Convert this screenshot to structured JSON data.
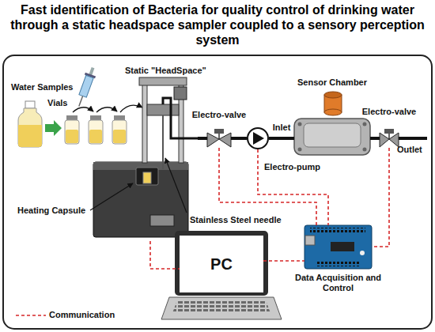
{
  "diagram": {
    "title": "Fast identification of Bacteria for quality control of drinking water through a static headspace sampler coupled to a sensory perception system",
    "nodes": [
      {
        "text": [
          "Static \"HeadSpace\""
        ]
      },
      {
        "text": [
          "Electro-valve"
        ]
      },
      {
        "text": [
          "Electro-pump"
        ]
      },
      {
        "text": [
          "Sensor Chamber"
        ]
      },
      {
        "text": [
          "Electro-valve"
        ]
      },
      {
        "text": [
          "PC"
        ]
      },
      {
        "text": [
          "Data Acquisition and Control"
        ]
      }
    ],
    "edges": [
      {
        "from": 0,
        "to": 1,
        "arrow": "none"
      },
      {
        "from": 1,
        "to": 2,
        "arrow": "none"
      },
      {
        "from": 2,
        "to": 3,
        "label": "Inlet",
        "arrow": "none"
      },
      {
        "from": 3,
        "to": 4,
        "arrow": "none"
      },
      {
        "from": 1,
        "to": 6,
        "arrow": "none"
      },
      {
        "from": 2,
        "to": 6,
        "arrow": "none"
      },
      {
        "from": 4,
        "to": 6,
        "arrow": "none"
      },
      {
        "from": 5,
        "to": 6,
        "arrow": "none"
      },
      {
        "from": 0,
        "to": 5,
        "arrow": "none"
      }
    ],
    "labels": [
      "Water Samples",
      "Vials",
      "Heating Capsule",
      "Stainless Steel needle",
      "Outlet"
    ],
    "legend": [
      {
        "text": "Communication"
      }
    ]
  }
}
